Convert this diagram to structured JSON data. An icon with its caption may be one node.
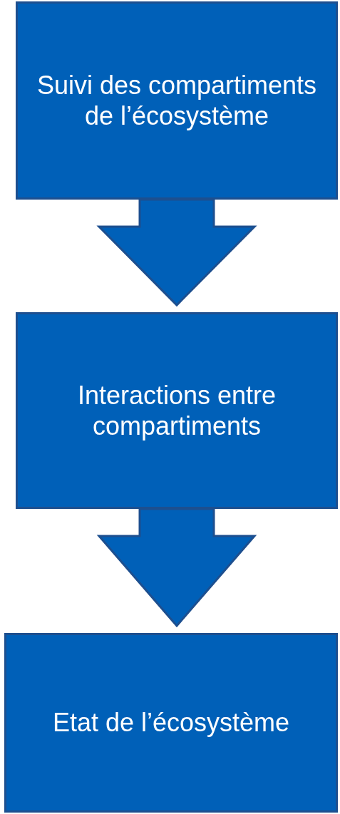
{
  "diagram": {
    "nodes": [
      {
        "text": [
          "Suivi des compartiments de l’écosystème"
        ]
      },
      {
        "text": [
          "Interactions entre compartiments"
        ]
      },
      {
        "text": [
          "Etat de l’écosystème"
        ]
      }
    ],
    "edges": [
      {
        "from": 0,
        "to": 1,
        "arrow": "to"
      },
      {
        "from": 1,
        "to": 2,
        "arrow": "to"
      }
    ]
  }
}
